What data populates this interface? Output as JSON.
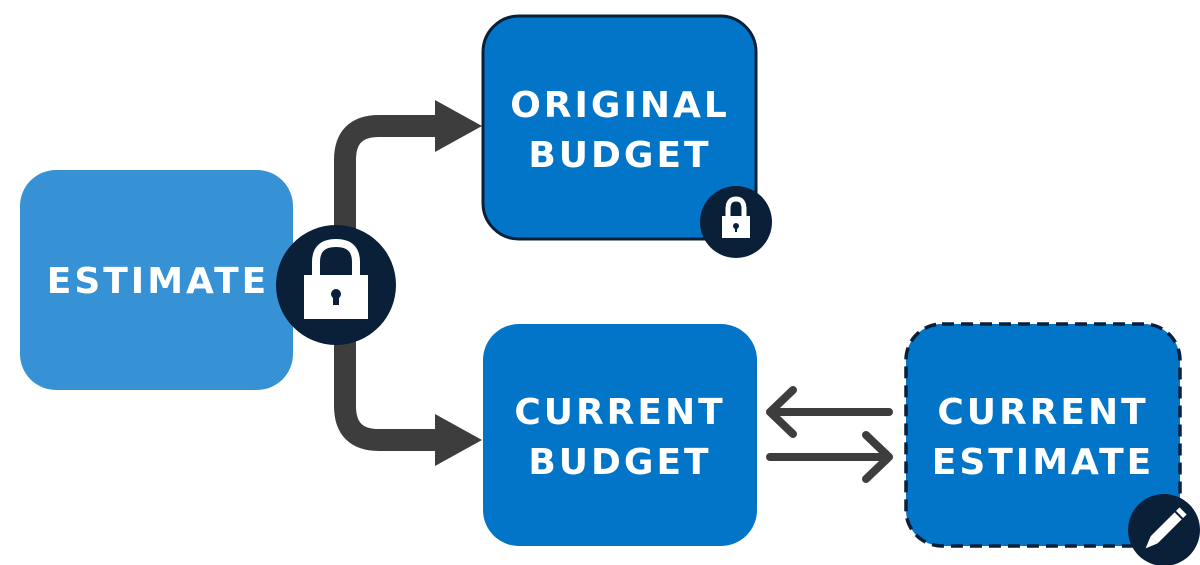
{
  "nodes": {
    "estimate": {
      "line1": "ESTIMATE"
    },
    "original_budget": {
      "line1": "ORIGINAL",
      "line2": "BUDGET"
    },
    "current_budget": {
      "line1": "CURRENT",
      "line2": "BUDGET"
    },
    "current_estimate": {
      "line1": "CURRENT",
      "line2": "ESTIMATE"
    }
  },
  "icons": {
    "main_lock": "lock-icon",
    "original_budget_lock": "lock-icon",
    "current_estimate_edit": "pencil-icon"
  },
  "colors": {
    "estimate": "#3792d5",
    "budget": "#0275c9",
    "dark": "#0a1f38",
    "arrow": "#3d3d3d"
  }
}
